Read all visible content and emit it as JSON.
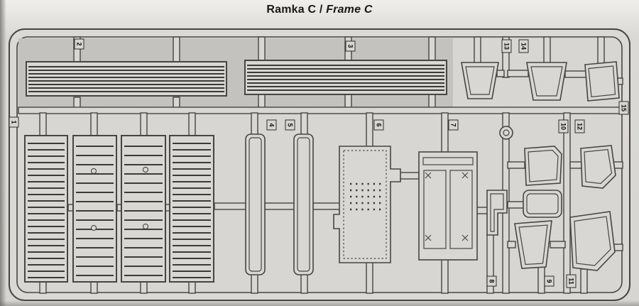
{
  "title": {
    "ramka": "Ramka C",
    "sep": " / ",
    "frame": "Frame C"
  },
  "labels": {
    "p1": "1",
    "p2": "2",
    "p3": "3",
    "p4": "4",
    "p5": "5",
    "p6": "6",
    "p7": "7",
    "p8": "8",
    "p9": "9",
    "p10": "10",
    "p11": "11",
    "p12": "12",
    "p13": "13",
    "p14": "14",
    "p15": "15"
  },
  "colors": {
    "outline": "#454542",
    "plastic": "#d8d7d3",
    "shaded_backing": "#c3c2bf",
    "paper": "#d6d5d1",
    "ink": "#181816"
  }
}
